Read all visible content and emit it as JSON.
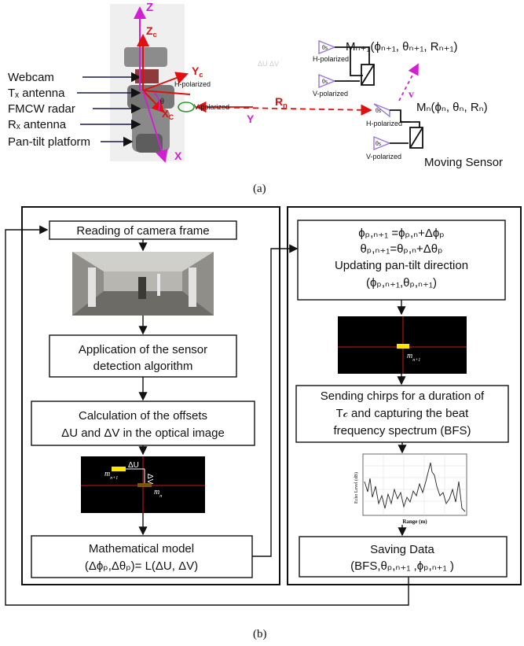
{
  "caption_a": "(a)",
  "caption_b": "(b)",
  "setup": {
    "labels": [
      {
        "id": "webcam",
        "text": "Webcam"
      },
      {
        "id": "tx",
        "text": "Tₓ antenna"
      },
      {
        "id": "fmcw",
        "text": "FMCW radar"
      },
      {
        "id": "rx",
        "text": "Rₓ antenna"
      },
      {
        "id": "pantilt",
        "text": "Pan-tilt platform"
      }
    ],
    "axes": {
      "z": "Z",
      "zc": "Z",
      "zc_sub": "c",
      "yc": "Y",
      "yc_sub": "c",
      "xc": "X",
      "xc_sub": "C",
      "y": "Y",
      "x": "X",
      "rn": "R",
      "rn_sub": "n",
      "v": "v"
    },
    "angles": {
      "theta": "θ",
      "phi": "φ",
      "theta_s": "θs"
    },
    "pol": {
      "h": "H-polarized",
      "v": "V-polarized"
    },
    "sensor_next": "Mₙ₊₁(ϕₙ₊₁, θₙ₊₁, Rₙ₊₁)",
    "sensor_now": "Mₙ(ϕₙ, θₙ, Rₙ)",
    "moving_sensor": "Moving Sensor",
    "du_dv_faint": "ΔU ΔV"
  },
  "flow": {
    "left": {
      "read_frame": "Reading of camera frame",
      "detect_line1": "Application of the sensor",
      "detect_line2": "detection algorithm",
      "offsets_line1": "Calculation of the offsets",
      "offsets_line2": "ΔU and ΔV in the optical image",
      "du": "ΔU",
      "dv": "ΔV",
      "m_next": "m",
      "m_next_sub": "n+1",
      "m_now": "m",
      "m_now_sub": "n",
      "model_line1": "Mathematical model",
      "model_line2": "(Δϕₚ,Δθₚ)= L(ΔU, ΔV)"
    },
    "right": {
      "eq1": "ϕₚ,ₙ₊₁ =ϕₚ,ₙ+Δϕₚ",
      "eq2": "θₚ,ₙ₊₁=θₚ,ₙ+Δθₚ",
      "update": "Updating pan-tilt direction",
      "update_args": "(ϕₚ,ₙ₊₁,θₚ,ₙ₊₁)",
      "m_label": "m",
      "m_sub": "n+1",
      "chirp_line1": "Sending chirps for a duration of",
      "chirp_line2": "T𝒸 and capturing the beat",
      "chirp_line3": "frequency spectrum (BFS)",
      "save_line1": "Saving Data",
      "save_line2": "(BFS,θₚ,ₙ₊₁ ,ϕₚ,ₙ₊₁ )"
    },
    "bfs_plot": {
      "ylabel": "Echo Level (dB)",
      "xlabel": "Range (m)"
    }
  },
  "colors": {
    "magenta": "#d21fd2",
    "red": "#e01010",
    "dark": "#111",
    "purple": "#9a74d6",
    "green": "#2e9a2e"
  }
}
